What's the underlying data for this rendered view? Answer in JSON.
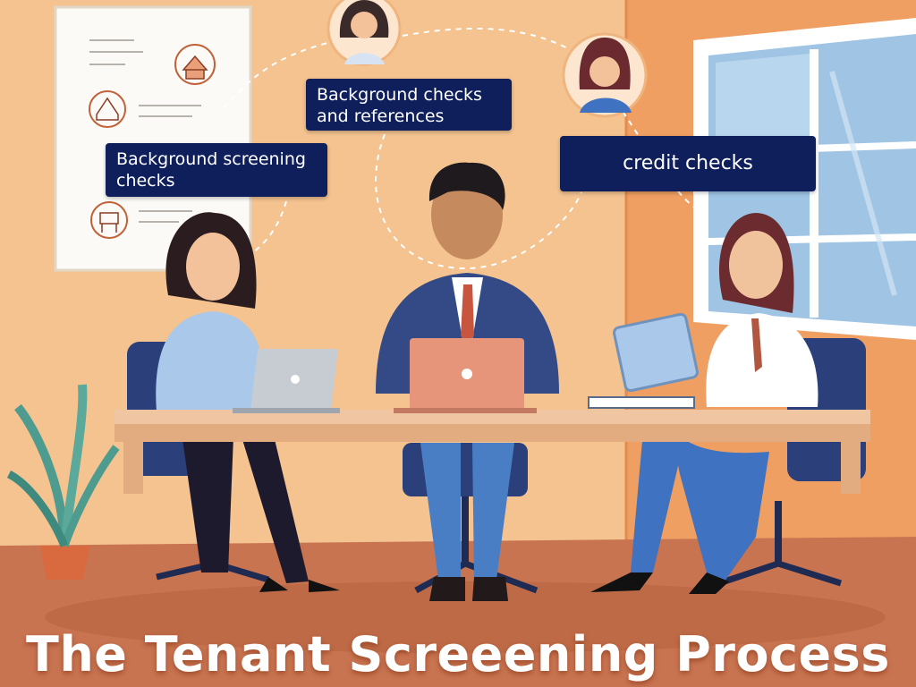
{
  "labels": {
    "bg_references": "Background checks and references",
    "bg_screening": "Background screening checks",
    "credit": "credit checks"
  },
  "title": "The Tenant Screeening Process",
  "colors": {
    "wall": "#f4c390",
    "wall_right": "#ef9a5c",
    "floor": "#c97451",
    "label_bg": "#0f1f5c",
    "desk": "#f0c6a2",
    "chair": "#2b3f7a"
  }
}
